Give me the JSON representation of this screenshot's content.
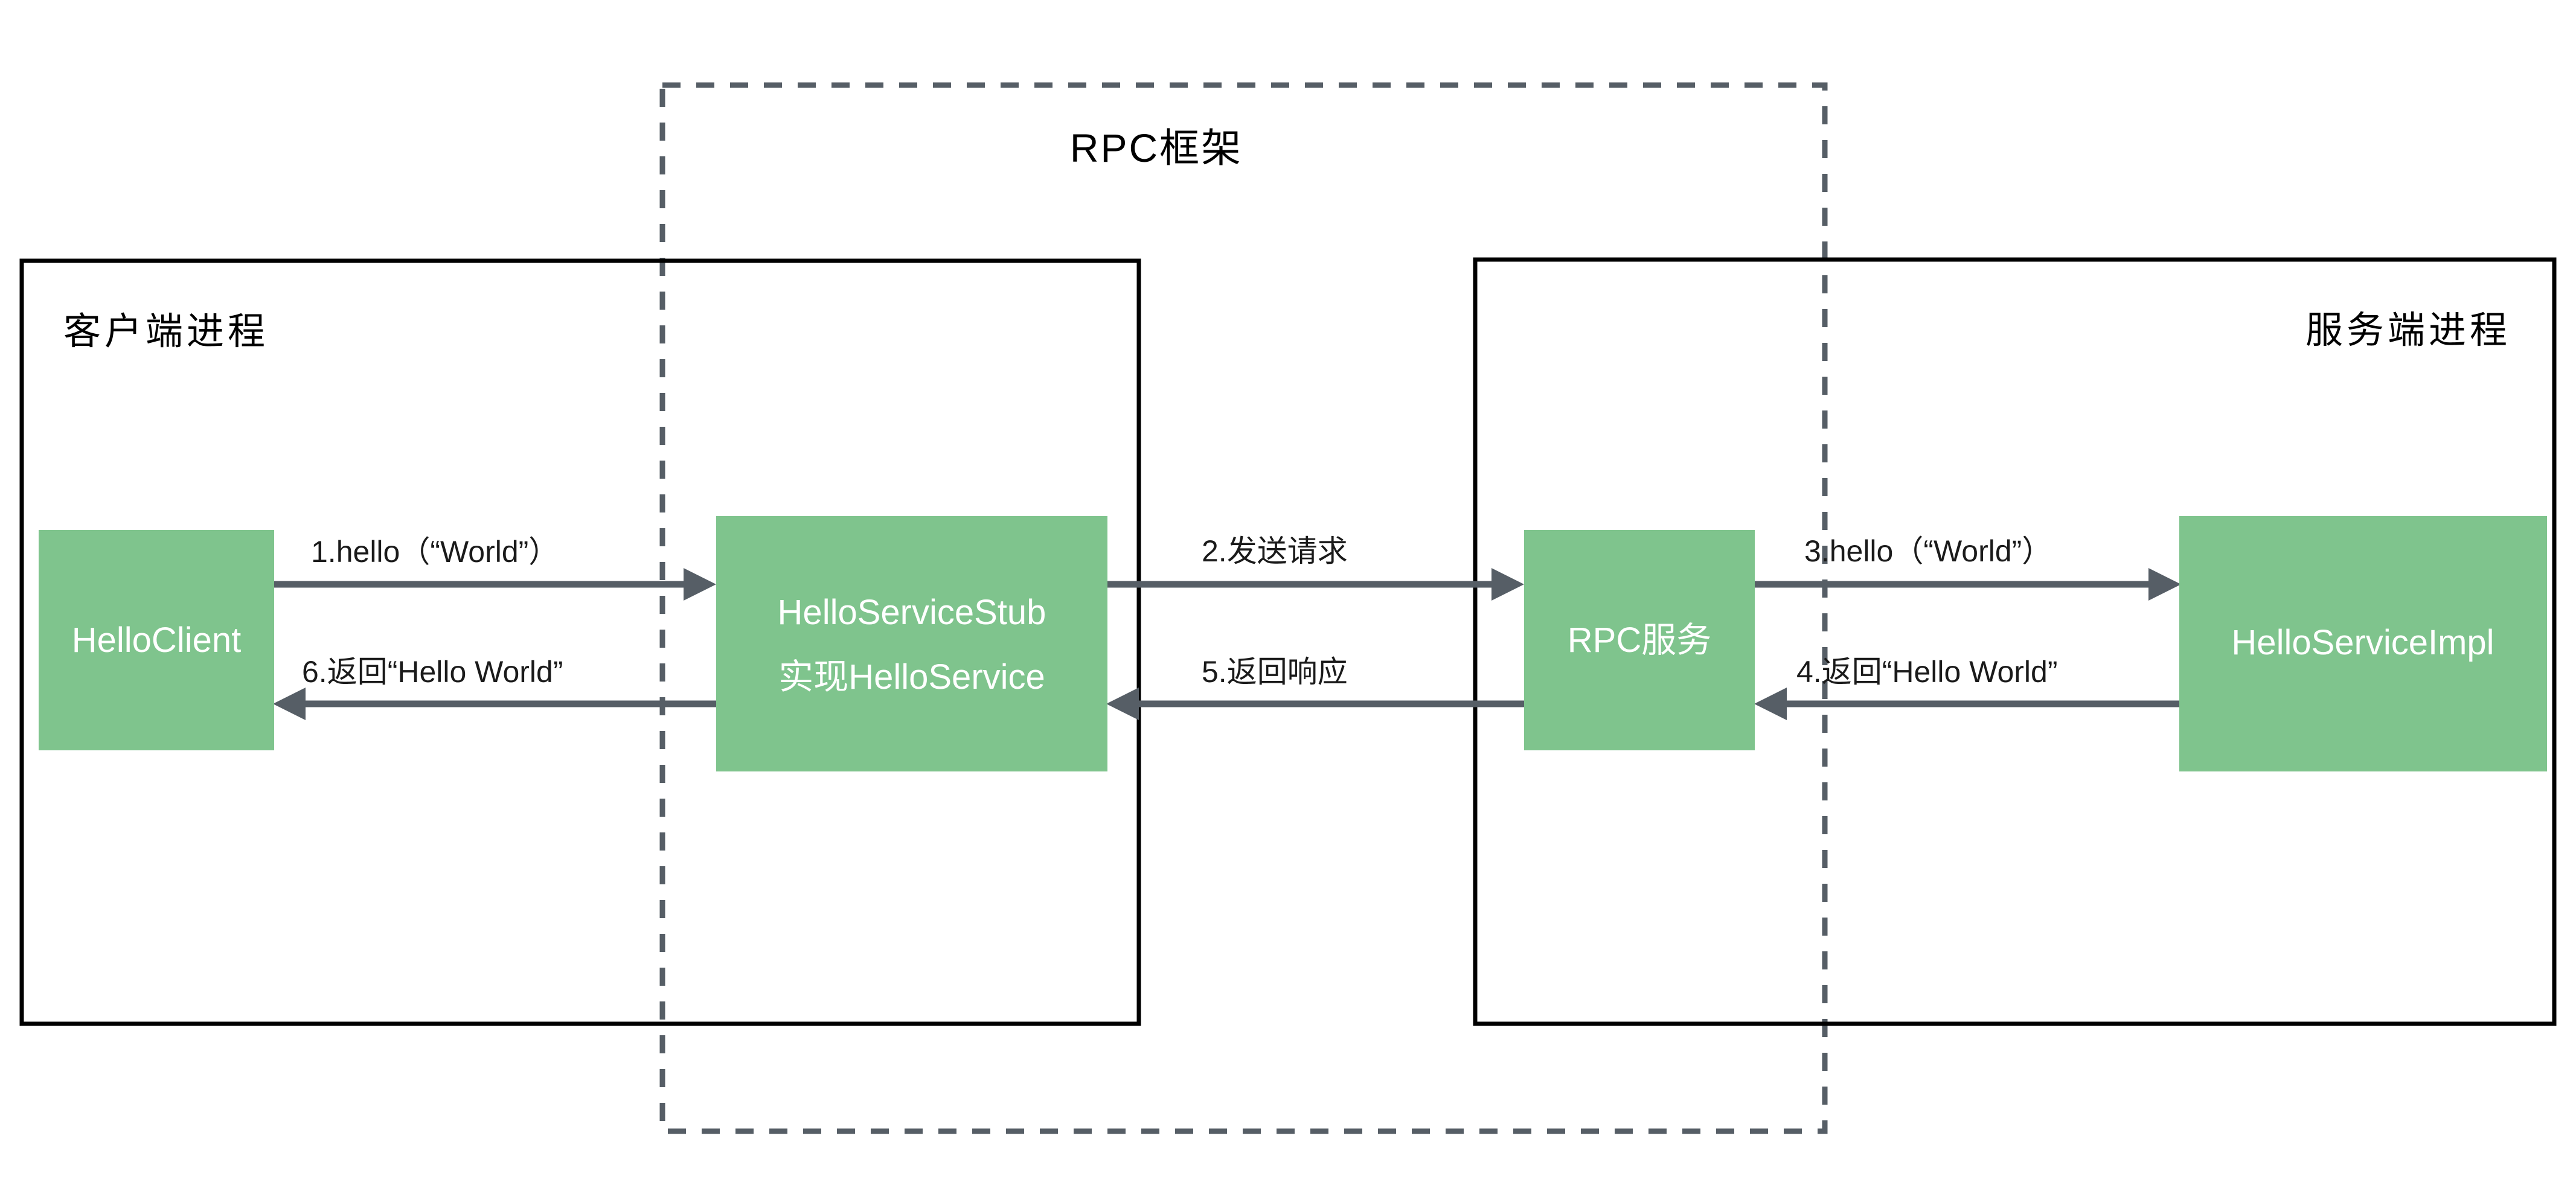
{
  "diagram": {
    "title": "RPC框架",
    "zones": [
      {
        "id": "client-process",
        "label": "客户端进程"
      },
      {
        "id": "server-process",
        "label": "服务端进程"
      }
    ],
    "nodes": [
      {
        "id": "hello-client",
        "label": "HelloClient",
        "lines": [
          "HelloClient"
        ]
      },
      {
        "id": "hello-service-stub",
        "label": "HelloServiceStub 实现HelloService",
        "lines": [
          "HelloServiceStub",
          "实现HelloService"
        ]
      },
      {
        "id": "rpc-service",
        "label": "RPC服务",
        "lines": [
          "RPC服务"
        ]
      },
      {
        "id": "hello-service-impl",
        "label": "HelloServiceImpl",
        "lines": [
          "HelloServiceImpl"
        ]
      }
    ],
    "edges": [
      {
        "id": "edge-1",
        "step": "1",
        "label": "1.hello（“World”）",
        "direction": "right",
        "from": "hello-client",
        "to": "hello-service-stub"
      },
      {
        "id": "edge-2",
        "step": "2",
        "label": "2.发送请求",
        "direction": "right",
        "from": "hello-service-stub",
        "to": "rpc-service"
      },
      {
        "id": "edge-3",
        "step": "3",
        "label": "3.hello（“World”）",
        "direction": "right",
        "from": "rpc-service",
        "to": "hello-service-impl"
      },
      {
        "id": "edge-4",
        "step": "4",
        "label": "4.返回“Hello World”",
        "direction": "left",
        "from": "hello-service-impl",
        "to": "rpc-service"
      },
      {
        "id": "edge-5",
        "step": "5",
        "label": "5.返回响应",
        "direction": "left",
        "from": "rpc-service",
        "to": "hello-service-stub"
      },
      {
        "id": "edge-6",
        "step": "6",
        "label": "6.返回“Hello World”",
        "direction": "left",
        "from": "hello-service-stub",
        "to": "hello-client"
      }
    ],
    "colors": {
      "node_fill": "#7fc48d",
      "node_text": "#ffffff",
      "arrow": "#565e66",
      "zone_border": "#000000",
      "framework_border": "#565e66",
      "background": "#ffffff"
    }
  }
}
